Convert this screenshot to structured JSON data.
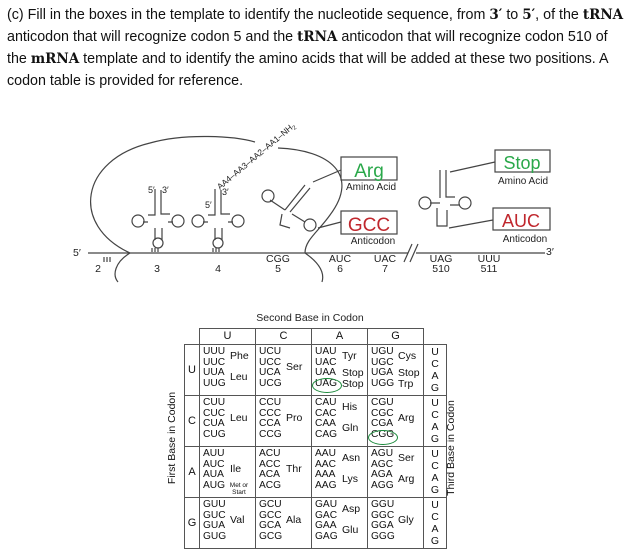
{
  "question": {
    "prefix": "(c) Fill in the boxes in the template to identify the nucleotide sequence, from ",
    "p3": "3′",
    "to": " to ",
    "p5": "5′",
    "mid1": ", of the ",
    "trna1": "tRNA",
    "mid2": " anticodon that will recognize codon 5 and the ",
    "trna2": "tRNA",
    "mid3": " anticodon that will recognize codon 510 of the ",
    "mrna": "mRNA",
    "end": " template and to identify the amino acids that will be added at these two positions. A codon table is provided for reference."
  },
  "diagram": {
    "peptide": "AA4–AA3–AA2–AA1–NH",
    "peptide_sub": "2",
    "five_prime": "5′",
    "three_prime": "3′",
    "codons": [
      {
        "seq": "",
        "num": "2"
      },
      {
        "seq": "",
        "num": "3"
      },
      {
        "seq": "",
        "num": "4"
      },
      {
        "seq": "CGG",
        "num": "5"
      },
      {
        "seq": "AUC",
        "num": "6"
      },
      {
        "seq": "UAC",
        "num": "7"
      },
      {
        "seq": "UAG",
        "num": "510"
      },
      {
        "seq": "UUU",
        "num": "511"
      }
    ],
    "box_codon5": {
      "amino_acid": "Arg",
      "anticodon": "GCC"
    },
    "box_codon510": {
      "amino_acid": "Stop",
      "anticodon": "AUC"
    },
    "amino_label": "Amino Acid",
    "anticodon_label": "Anticodon",
    "colors": {
      "amino": "#2aa84a",
      "anticodon": "#c0272d"
    }
  },
  "table": {
    "title": "Second Base in Codon",
    "left_label": "First Base in Codon",
    "right_label": "Third Base in Codon",
    "second": [
      "U",
      "C",
      "A",
      "G"
    ],
    "first": [
      "U",
      "C",
      "A",
      "G"
    ],
    "third": [
      "U",
      "C",
      "A",
      "G"
    ],
    "rows": [
      [
        {
          "c": "UUU UUC UUA UUG",
          "aa": [
            [
              "Phe",
              0
            ],
            [
              "Leu",
              2
            ]
          ]
        },
        {
          "c": "UCU UCC UCA UCG",
          "aa": [
            [
              "Ser",
              1
            ]
          ]
        },
        {
          "c": "UAU UAC UAA UAG",
          "aa": [
            [
              "Tyr",
              0
            ],
            [
              "Stop",
              2
            ],
            [
              "Stop",
              3
            ]
          ]
        },
        {
          "c": "UGU UGC UGA UGG",
          "aa": [
            [
              "Cys",
              0
            ],
            [
              "Stop",
              2
            ],
            [
              "Trp",
              3
            ]
          ]
        }
      ],
      [
        {
          "c": "CUU CUC CUA CUG",
          "aa": [
            [
              "Leu",
              1
            ]
          ]
        },
        {
          "c": "CCU CCC CCA CCG",
          "aa": [
            [
              "Pro",
              1
            ]
          ]
        },
        {
          "c": "CAU CAC CAA CAG",
          "aa": [
            [
              "His",
              0
            ],
            [
              "Gln",
              2
            ]
          ]
        },
        {
          "c": "CGU CGC CGA CGG",
          "aa": [
            [
              "Arg",
              1
            ]
          ]
        }
      ],
      [
        {
          "c": "AUU AUC AUA AUG",
          "aa": [
            [
              "Ile",
              1
            ]
          ],
          "met": "Met or Start"
        },
        {
          "c": "ACU ACC ACA ACG",
          "aa": [
            [
              "Thr",
              1
            ]
          ]
        },
        {
          "c": "AAU AAC AAA AAG",
          "aa": [
            [
              "Asn",
              0
            ],
            [
              "Lys",
              2
            ]
          ]
        },
        {
          "c": "AGU AGC AGA AGG",
          "aa": [
            [
              "Ser",
              0
            ],
            [
              "Arg",
              2
            ]
          ]
        }
      ],
      [
        {
          "c": "GUU GUC GUA GUG",
          "aa": [
            [
              "Val",
              1
            ]
          ]
        },
        {
          "c": "GCU GCC GCA GCG",
          "aa": [
            [
              "Ala",
              1
            ]
          ]
        },
        {
          "c": "GAU GAC GAA GAG",
          "aa": [
            [
              "Asp",
              0
            ],
            [
              "Glu",
              2
            ]
          ]
        },
        {
          "c": "GGU GGC GGA GGG",
          "aa": [
            [
              "Gly",
              1
            ]
          ]
        }
      ]
    ]
  }
}
